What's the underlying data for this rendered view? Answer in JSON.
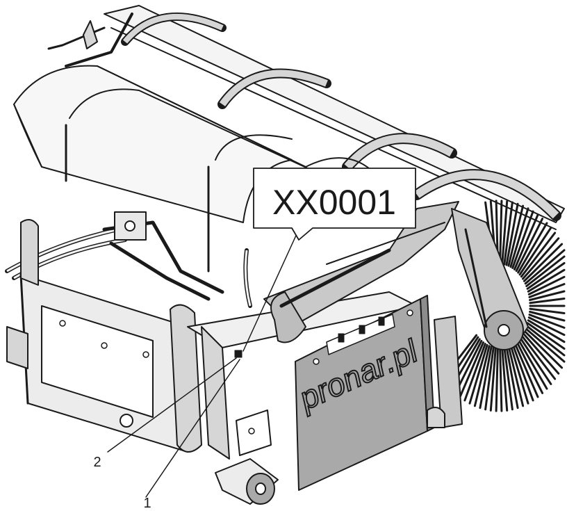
{
  "callout": {
    "code": "XX0001"
  },
  "labels": [
    {
      "id": "1",
      "text": "1"
    },
    {
      "id": "2",
      "text": "2"
    }
  ],
  "brand": {
    "text": "pronar.pl"
  },
  "colors": {
    "line": "#1a1a1a",
    "fill_light": "#f4f4f4",
    "fill_mid": "#d6d6d6",
    "fill_dark": "#a9a9a9",
    "background": "#ffffff"
  }
}
